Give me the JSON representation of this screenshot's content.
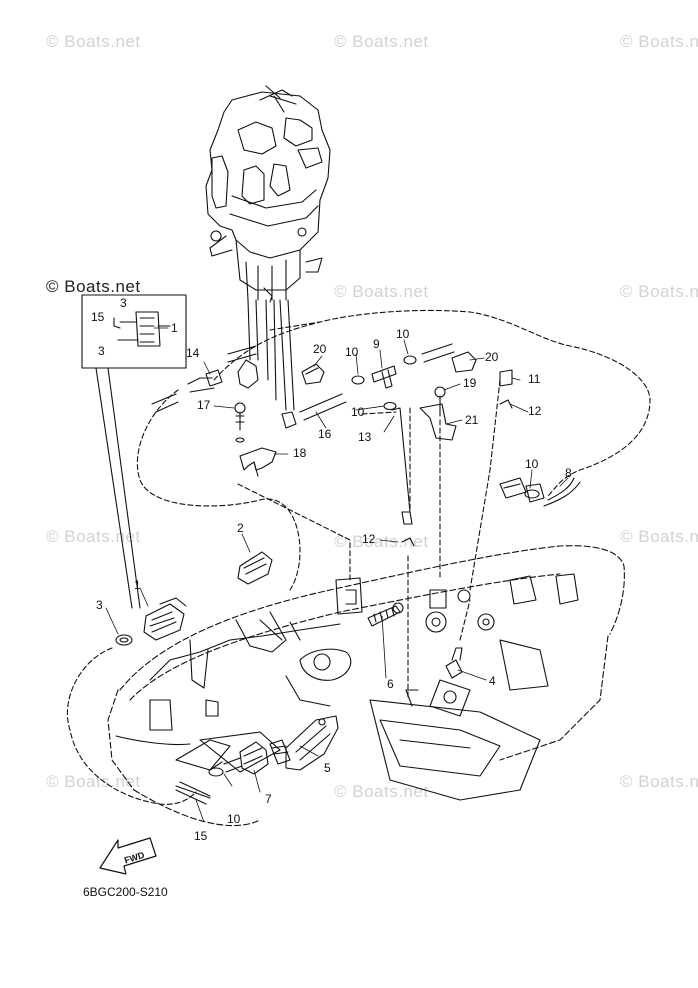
{
  "watermark": {
    "text": "© Boats.net"
  },
  "part_labels": [
    "1",
    "2",
    "3",
    "4",
    "5",
    "6",
    "7",
    "8",
    "9",
    "10",
    "11",
    "12",
    "13",
    "14",
    "15",
    "16",
    "17",
    "18",
    "19",
    "20",
    "21"
  ],
  "callouts": {
    "c1": "1",
    "c2": "2",
    "c3": "3",
    "c4": "4",
    "c5": "5",
    "c6": "6",
    "c7": "7",
    "c8": "8",
    "c9": "9",
    "c10a": "10",
    "c10b": "10",
    "c10c": "10",
    "c10d": "10",
    "c10e": "10",
    "c11": "11",
    "c12a": "12",
    "c12b": "12",
    "c13": "13",
    "c14": "14",
    "c15": "15",
    "c16": "16",
    "c17": "17",
    "c18": "18",
    "c19": "19",
    "c20a": "20",
    "c20b": "20",
    "c21": "21",
    "inset_15": "15",
    "inset_3a": "3",
    "inset_3b": "3",
    "inset_1": "1"
  },
  "fwd_arrow": "FWD",
  "diagram_code": "6BGC200-S210"
}
